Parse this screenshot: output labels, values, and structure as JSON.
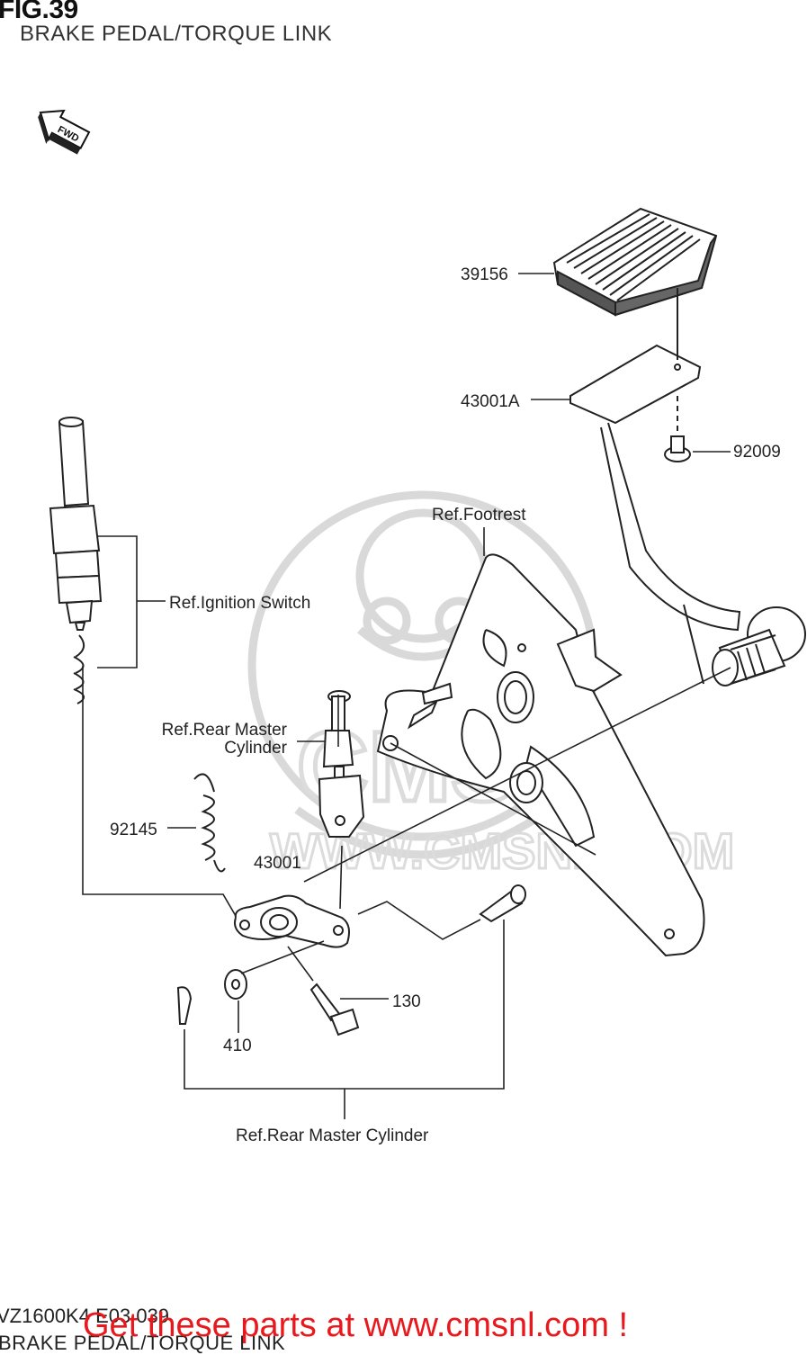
{
  "figure": {
    "number": "FIG.39",
    "title": "BRAKE PEDAL/TORQUE LINK",
    "direction_marker": "FWD"
  },
  "callouts": {
    "p39156": "39156",
    "p43001a": "43001A",
    "p92009": "92009",
    "ref_footrest": "Ref.Footrest",
    "ref_ignition": "Ref.Ignition Switch",
    "ref_rear_master_1": "Ref.Rear Master",
    "ref_rear_master_2": "Cylinder",
    "p92145": "92145",
    "p43001": "43001",
    "p130": "130",
    "p410": "410",
    "ref_rear_master_bottom": "Ref.Rear Master Cylinder"
  },
  "watermark": {
    "text": "WWW.CMSNL.COM",
    "logo_text": "CMS"
  },
  "footer": {
    "code": "VZ1600K4 E03 039",
    "subtitle": "BRAKE PEDAL/TORQUE LINK",
    "cta": "Get these parts at www.cmsnl.com !"
  },
  "colors": {
    "line": "#222222",
    "watermark": "#d8d8d8",
    "cta": "#e8181c"
  }
}
